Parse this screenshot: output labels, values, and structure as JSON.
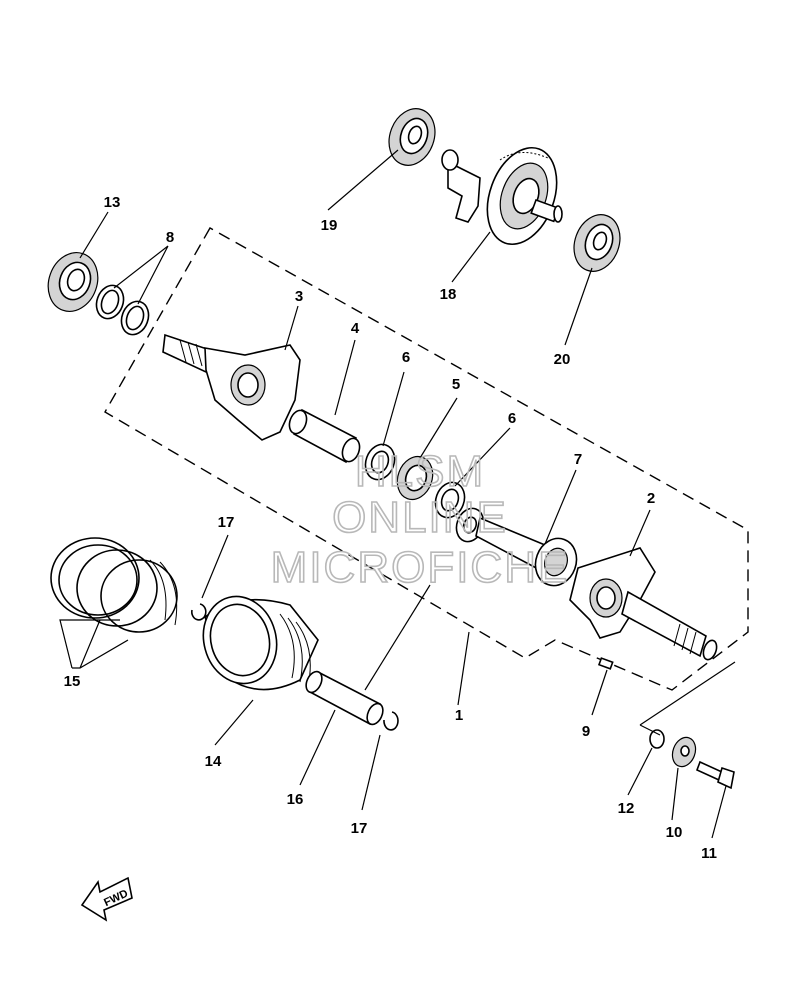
{
  "diagram": {
    "part_labels": {
      "p1": "1",
      "p2": "2",
      "p3": "3",
      "p4": "4",
      "p5": "5",
      "p6a": "6",
      "p6b": "6",
      "p7": "7",
      "p8": "8",
      "p9": "9",
      "p10": "10",
      "p11": "11",
      "p12": "12",
      "p13": "13",
      "p14": "14",
      "p15": "15",
      "p16": "16",
      "p17a": "17",
      "p17b": "17",
      "p18": "18",
      "p19": "19",
      "p20": "20"
    },
    "watermark": [
      "HLSM",
      "ONLINE",
      "MICROFICHE"
    ],
    "fwd_label": "FWD"
  }
}
